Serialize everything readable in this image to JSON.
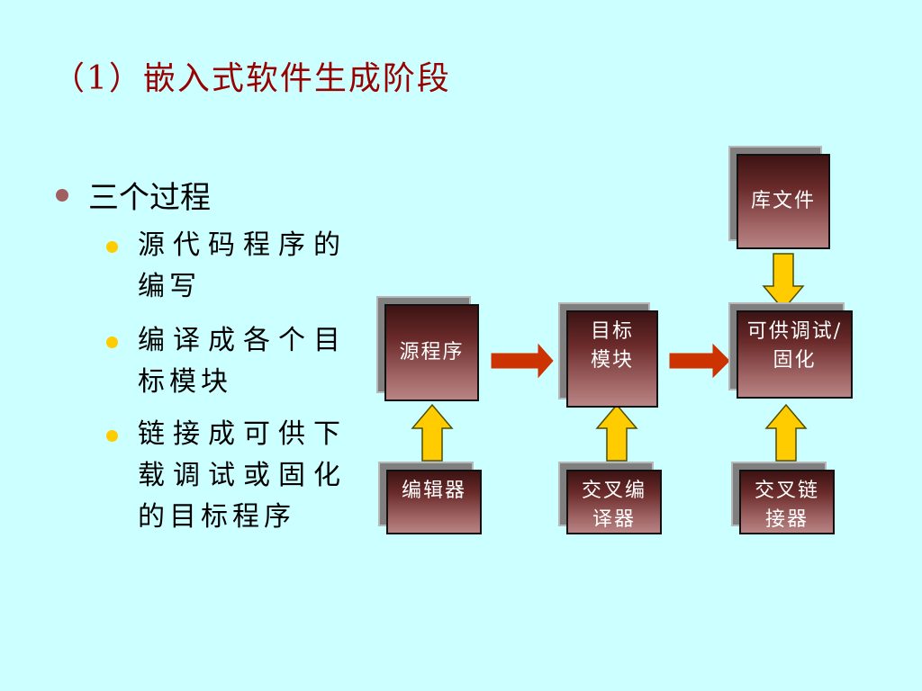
{
  "title": "（1）嵌入式软件生成阶段",
  "bullets": {
    "main": "三个过程",
    "sub": [
      "源代码程序的编写",
      "编译成各个目标模块",
      "链接成可供下载调试或固化的目标程序"
    ]
  },
  "diagram": {
    "source": "源程序",
    "object": "目标模块",
    "debug": "可供调试/固化",
    "library": "库文件",
    "editor": "编辑器",
    "compiler": "交叉编译器",
    "linker": "交叉链接器"
  },
  "colors": {
    "background": "#ccffff",
    "title": "#990000",
    "box": "#6a2a2a",
    "right_arrow": "#cc3300",
    "up_arrow": "#ffcc00"
  }
}
